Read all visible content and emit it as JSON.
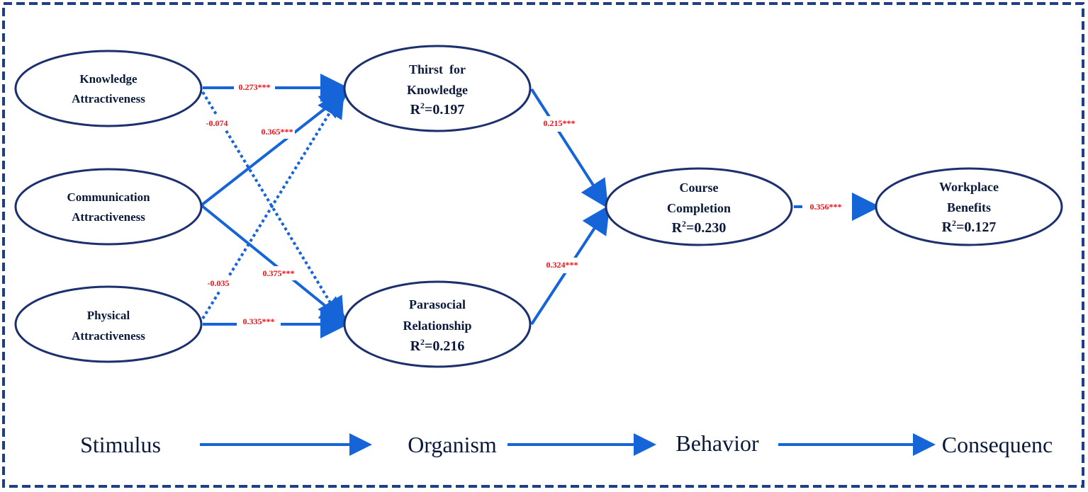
{
  "nodes": {
    "ka": {
      "lines": [
        "Knowledge",
        "Attractiveness"
      ]
    },
    "ca": {
      "lines": [
        "Communication",
        "Attractiveness"
      ]
    },
    "pa": {
      "lines": [
        "Physical",
        "Attractiveness"
      ]
    },
    "tk": {
      "lines": [
        "Thirst  for",
        "Knowledge"
      ],
      "r2": "=0.197"
    },
    "pr": {
      "lines": [
        "Parasocial",
        "Relationship"
      ],
      "r2": "=0.216"
    },
    "cc": {
      "lines": [
        "Course",
        "Completion"
      ],
      "r2": "=0.230"
    },
    "wb": {
      "lines": [
        "Workplace",
        "Benefits"
      ],
      "r2": "=0.127"
    }
  },
  "paths": {
    "ka_tk": "0.273***",
    "ka_pr": "-0.074",
    "ca_tk": "0.365***",
    "ca_pr": "0.375***",
    "pa_tk": "-0.035",
    "pa_pr": "0.335***",
    "tk_cc": "0.215***",
    "pr_cc": "0.324***",
    "cc_wb": "0.356***"
  },
  "stages": [
    "Stimulus",
    "Organism",
    "Behavior",
    "Consequenc"
  ],
  "colors": {
    "border": "#1f3e8a",
    "ellipse_stroke": "#1c2f6e",
    "arrow": "#1565d8",
    "coefficient": "#e8141b"
  }
}
